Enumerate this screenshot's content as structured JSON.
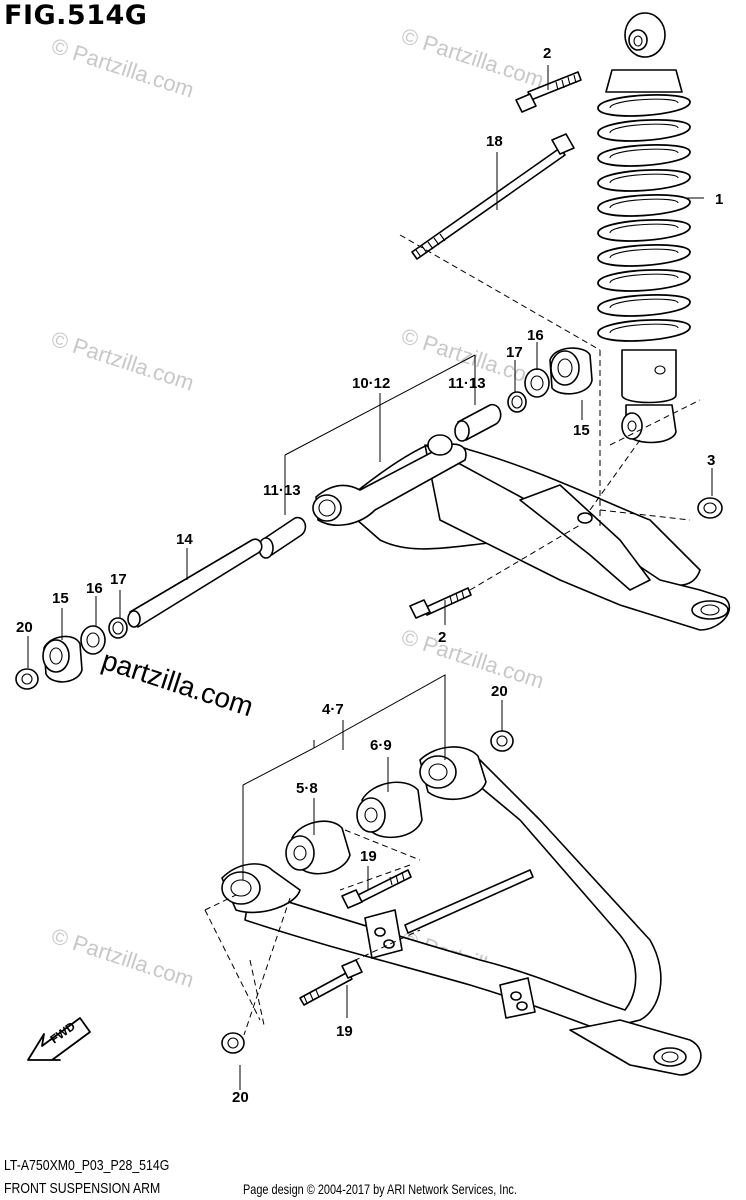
{
  "figure": {
    "title": "FIG.514G",
    "code": "LT-A750XM0_P03_P28_514G",
    "subtitle": "FRONT SUSPENSION ARM",
    "copyright": "Page design © 2004-2017 by ARI Network Services, Inc.",
    "watermark": "© Partzilla.com",
    "watermark_large": "partzilla.com",
    "direction_label": "FWD"
  },
  "callouts": {
    "c1": "1",
    "c2a": "2",
    "c2b": "2",
    "c3": "3",
    "c4_7": "4·7",
    "c5_8": "5·8",
    "c6_9": "6·9",
    "c10_12": "10·12",
    "c11_13a": "11·13",
    "c11_13b": "11·13",
    "c14": "14",
    "c15a": "15",
    "c15b": "15",
    "c16a": "16",
    "c16b": "16",
    "c17a": "17",
    "c17b": "17",
    "c18": "18",
    "c19a": "19",
    "c19b": "19",
    "c20a": "20",
    "c20b": "20",
    "c20c": "20"
  }
}
